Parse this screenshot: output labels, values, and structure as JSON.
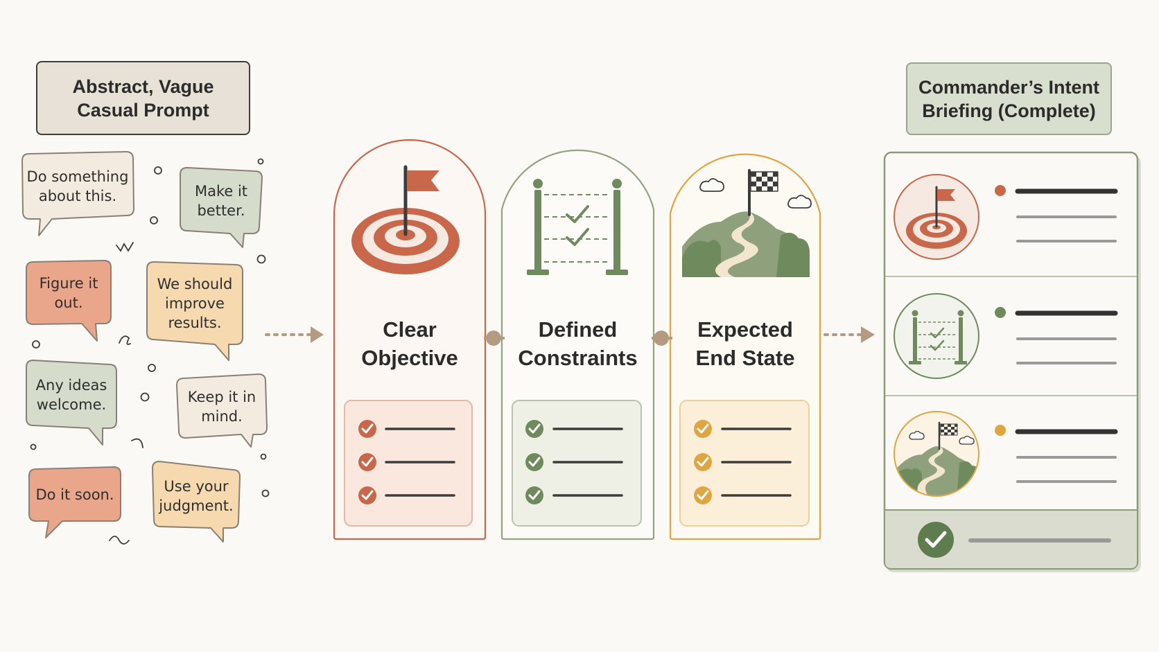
{
  "left_header": {
    "line1": "Abstract, Vague",
    "line2": "Casual Prompt"
  },
  "right_header": {
    "line1": "Commander’s Intent",
    "line2": "Briefing (Complete)"
  },
  "bubbles": [
    {
      "text": "Do something\nabout this.",
      "color": "#f4ebe0"
    },
    {
      "text": "Make it\nbetter.",
      "color": "#d5dccb"
    },
    {
      "text": "Figure it\nout.",
      "color": "#e9a68a"
    },
    {
      "text": "We should\nimprove\nresults.",
      "color": "#f6d9ae"
    },
    {
      "text": "Any ideas\nwelcome.",
      "color": "#d5dccb"
    },
    {
      "text": "Keep it in\nmind.",
      "color": "#f4ebe0"
    },
    {
      "text": "Do it soon.",
      "color": "#e9a68a"
    },
    {
      "text": "Use your\njudgment.",
      "color": "#f6d9ae"
    }
  ],
  "pillars": [
    {
      "title": "Clear\nObjective",
      "icon": "target-flag-icon",
      "accent": "#c8674a",
      "tint": "#fae7dd"
    },
    {
      "title": "Defined\nConstraints",
      "icon": "fence-checklist-icon",
      "accent": "#6f8a5c",
      "tint": "#eef0e6"
    },
    {
      "title": "Expected\nEnd State",
      "icon": "summit-flag-icon",
      "accent": "#e0a540",
      "tint": "#fcefd9"
    }
  ],
  "colors": {
    "terracotta": "#c8674a",
    "sage": "#6f8a5c",
    "mustard": "#e0a540",
    "connector": "#b39a80",
    "dark": "#3c3c3c"
  }
}
